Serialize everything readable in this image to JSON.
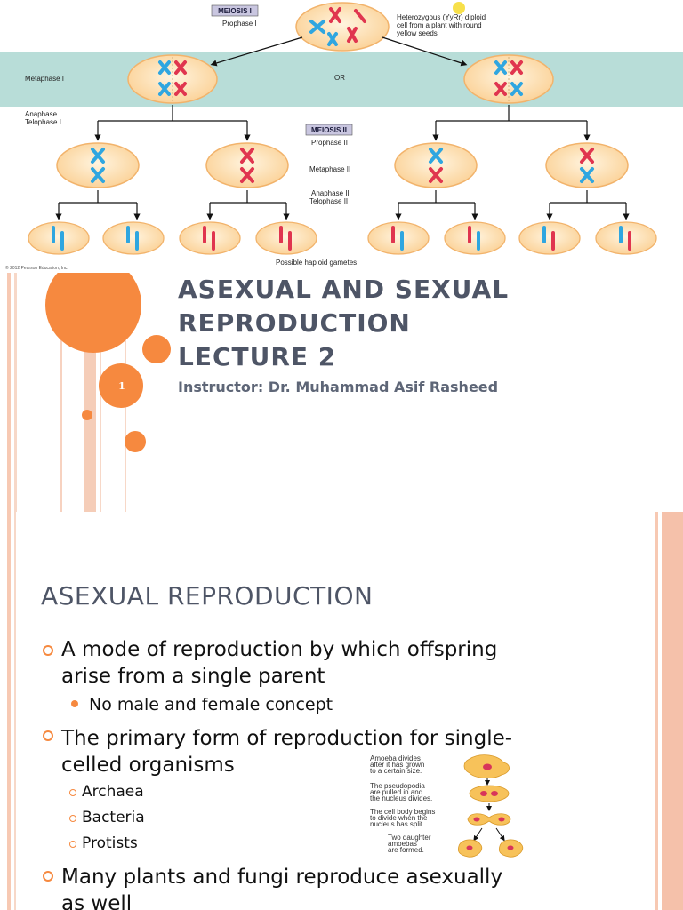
{
  "diagram": {
    "meiosis1_tag": "MEIOSIS I",
    "prophase1": "Prophase I",
    "parent_desc": [
      "Heterozygous (YyRr) diploid",
      "cell from a plant with round",
      "yellow seeds"
    ],
    "metaphase1": "Metaphase I",
    "or": "OR",
    "anaphase1": "Anaphase I",
    "telophase1": "Telophase I",
    "meiosis2_tag": "MEIOSIS II",
    "prophase2": "Prophase II",
    "metaphase2": "Metaphase II",
    "anaphase2": "Anaphase II",
    "telophase2": "Telophase II",
    "gametes": "Possible haploid gametes",
    "copyright": "© 2012 Pearson Education, Inc.",
    "colors": {
      "band": "#b8ddd8",
      "cell": "#fde2b8",
      "cell_edge": "#f2b36b",
      "blue": "#2fa6e0",
      "red": "#e0354f",
      "yellow_seed": "#f7e04a"
    }
  },
  "title_slide": {
    "title_lines": [
      "ASEXUAL AND SEXUAL",
      "REPRODUCTION",
      "LECTURE 2"
    ],
    "subtitle": "Instructor: Dr. Muhammad Asif Rasheed",
    "slide_number": "1",
    "accent": "#f6893f"
  },
  "content_slide": {
    "heading": "ASEXUAL REPRODUCTION",
    "bullet1_line1": "A mode of reproduction by which offspring",
    "bullet1_line2": "arise from a single parent",
    "sub1": "No male and female concept",
    "bullet2_line1": "The primary form of reproduction for single-",
    "bullet2_line2": "celled organisms",
    "sub2": [
      "Archaea",
      "Bacteria",
      "Protists"
    ],
    "bullet3_line1": "Many plants and fungi reproduce asexually",
    "bullet3_line2": "as well",
    "amoeba_labels": [
      [
        "Amoeba divides",
        "after it has grown",
        "to a certain size."
      ],
      [
        "The pseudopodia",
        "are pulled in and",
        "the nucleus divides."
      ],
      [
        "The cell body begins",
        "to divide when the",
        "nucleus has split."
      ],
      [
        "Two daughter",
        "amoebas",
        "are formed."
      ]
    ]
  }
}
